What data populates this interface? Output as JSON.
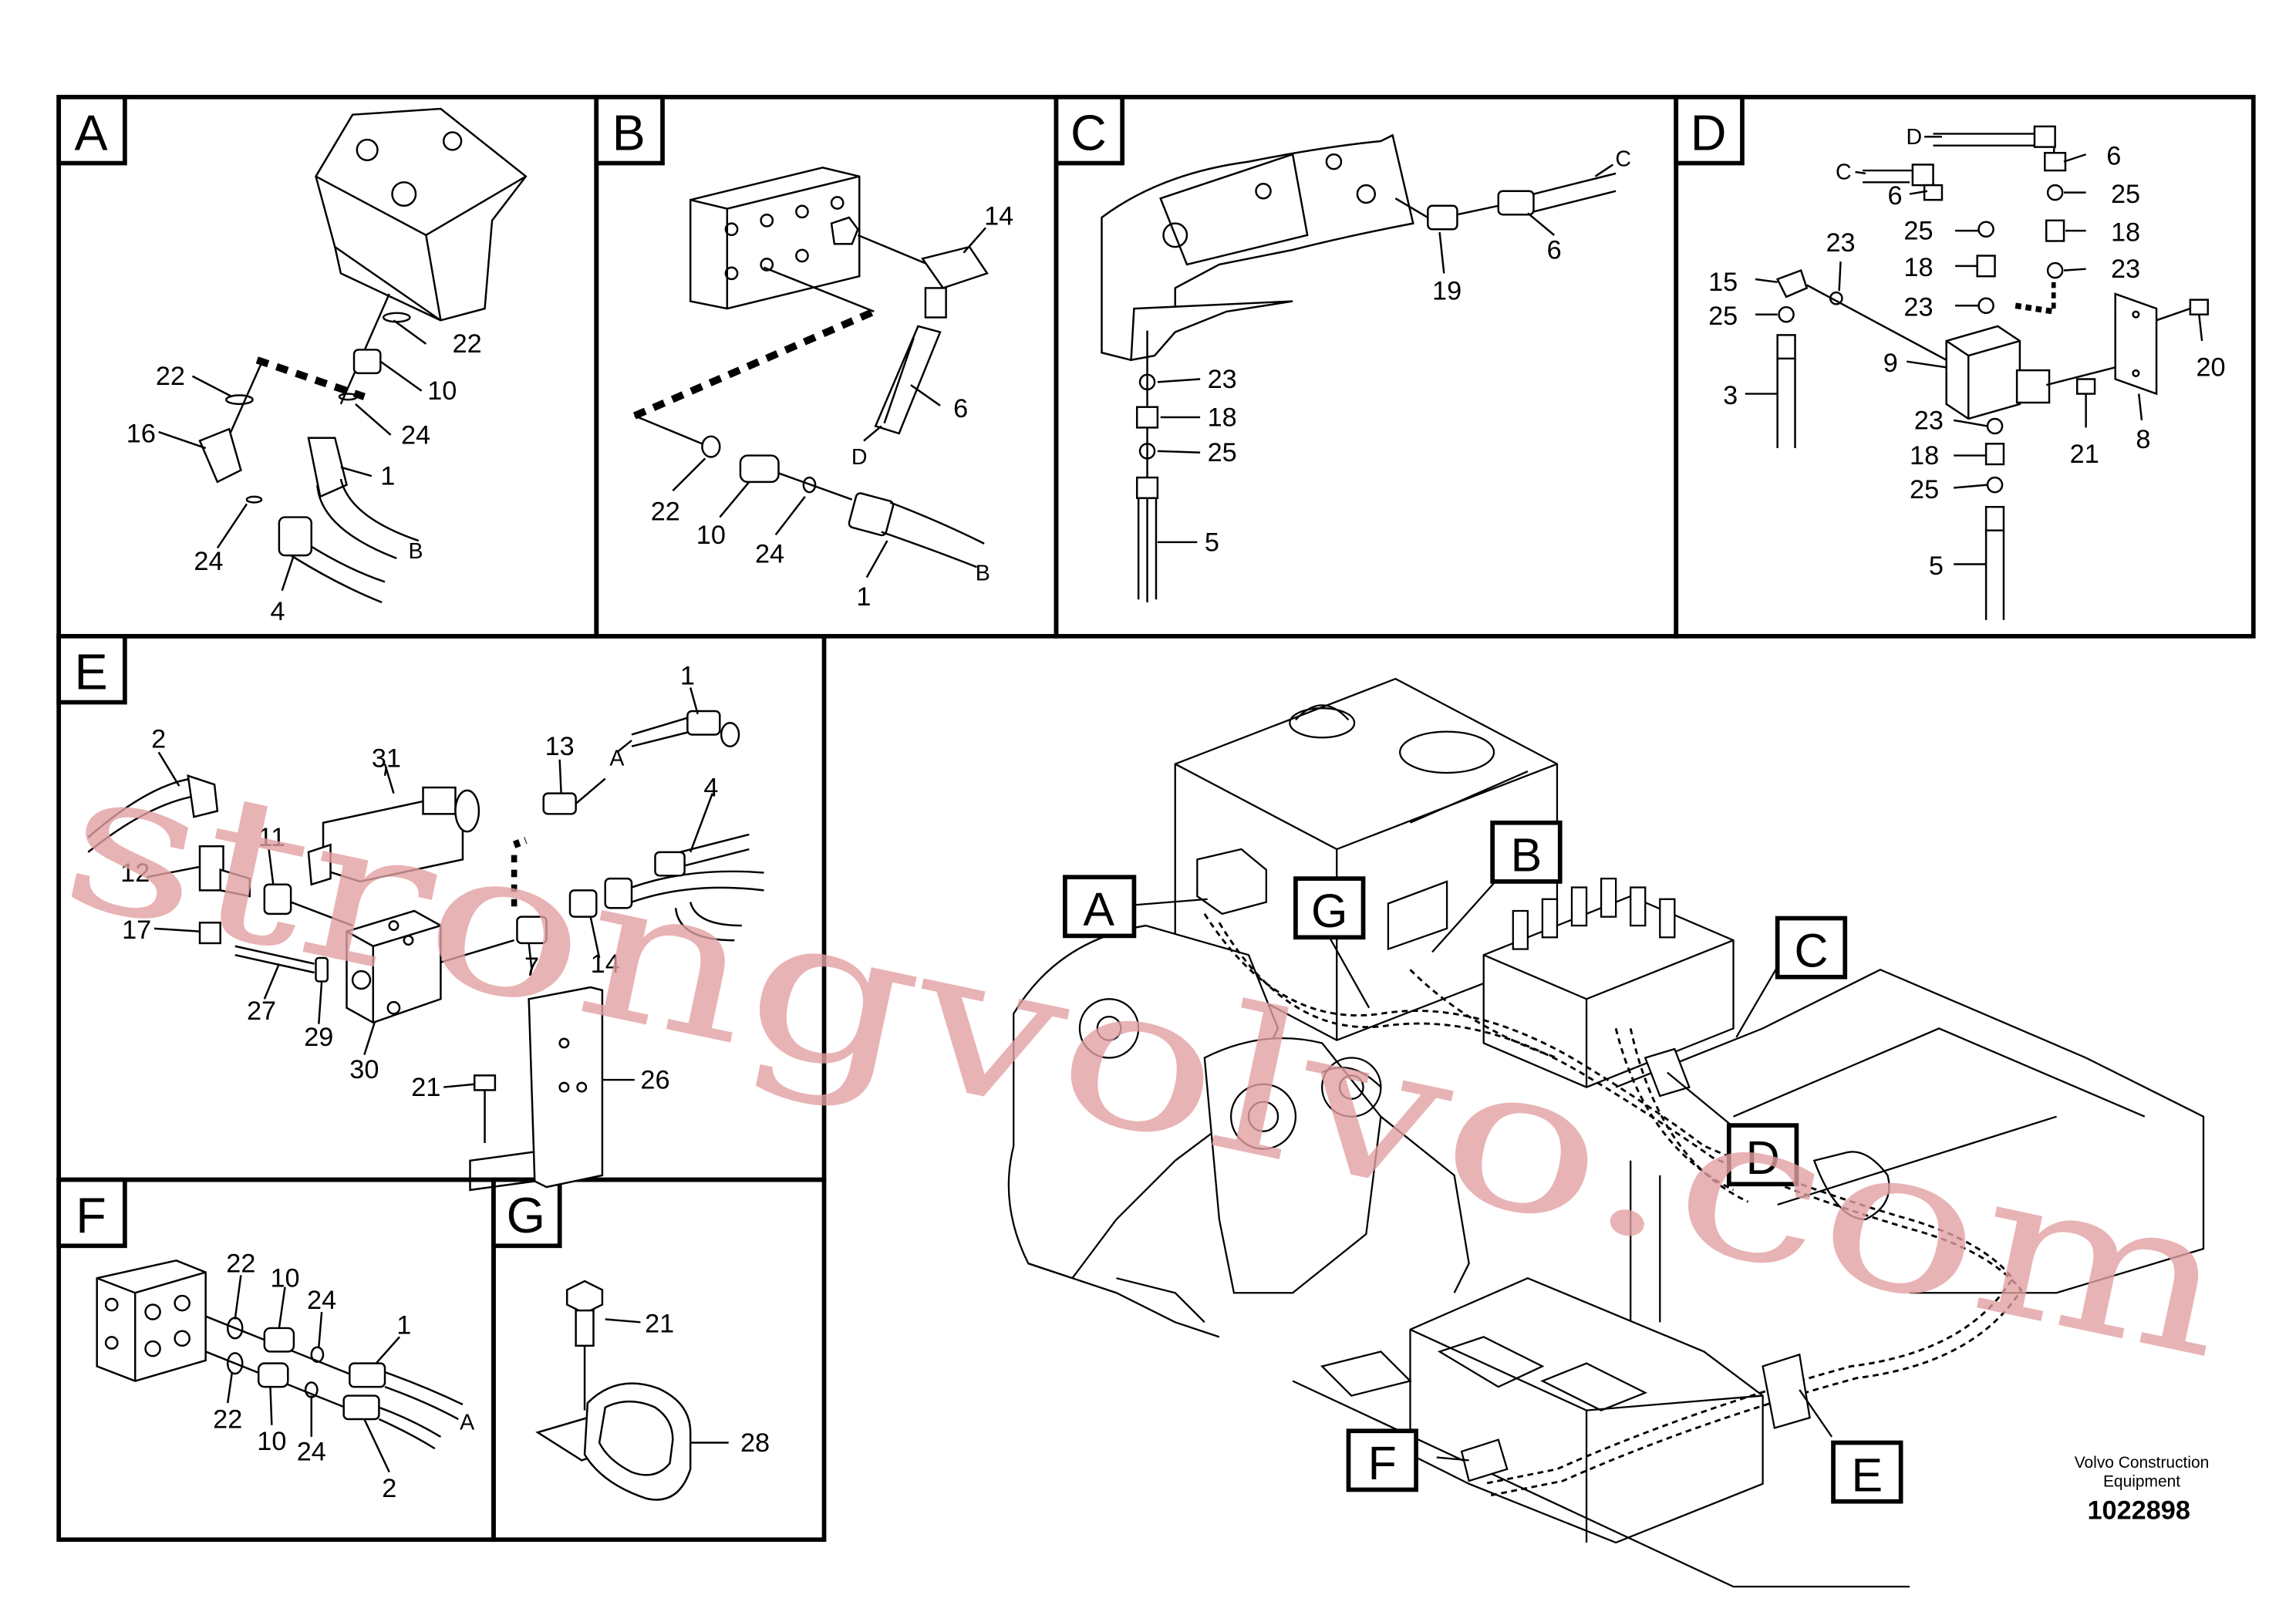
{
  "panels": {
    "A": {
      "letter": "A",
      "callouts": {
        "c22a": "22",
        "c22b": "22",
        "c10": "10",
        "c16": "16",
        "c24a": "24",
        "c24b": "24",
        "c1": "1",
        "c4": "4",
        "cB": "B"
      }
    },
    "B": {
      "letter": "B",
      "callouts": {
        "c14": "14",
        "c6": "6",
        "cD": "D",
        "c22": "22",
        "c10": "10",
        "c24": "24",
        "c1": "1",
        "cB": "B"
      }
    },
    "C": {
      "letter": "C",
      "callouts": {
        "cC": "C",
        "c6": "6",
        "c19": "19",
        "c23": "23",
        "c18": "18",
        "c25": "25",
        "c5": "5"
      }
    },
    "D": {
      "letter": "D",
      "callouts": {
        "cD": "D",
        "cC": "C",
        "c6a": "6",
        "c6b": "6",
        "c25a": "25",
        "c25b": "25",
        "c25c": "25",
        "c25d": "25",
        "c18a": "18",
        "c18b": "18",
        "c18c": "18",
        "c23a": "23",
        "c23b": "23",
        "c23c": "23",
        "c23d": "23",
        "c15": "15",
        "c9": "9",
        "c3": "3",
        "c20": "20",
        "c21": "21",
        "c8": "8",
        "c5": "5"
      }
    },
    "E": {
      "letter": "E",
      "callouts": {
        "c1": "1",
        "cA": "A",
        "c2": "2",
        "c31": "31",
        "c13": "13",
        "c4": "4",
        "c11": "11",
        "c12": "12",
        "c17": "17",
        "c7": "7",
        "c14": "14",
        "c27": "27",
        "c29": "29",
        "c30": "30",
        "c21": "21",
        "c26": "26"
      }
    },
    "F": {
      "letter": "F",
      "callouts": {
        "c22a": "22",
        "c22b": "22",
        "c10a": "10",
        "c10b": "10",
        "c24a": "24",
        "c24b": "24",
        "c1": "1",
        "c2": "2",
        "cA": "A"
      }
    },
    "G": {
      "letter": "G",
      "callouts": {
        "c21": "21",
        "c28": "28"
      }
    }
  },
  "overview": {
    "labels": {
      "A": "A",
      "G": "G",
      "B": "B",
      "C": "C",
      "D": "D",
      "F": "F",
      "E": "E"
    }
  },
  "footer": {
    "brand_line1": "Volvo Construction",
    "brand_line2": "Equipment",
    "drawing_number": "1022898"
  },
  "watermark": "strongvolvo.com",
  "colors": {
    "line": "#000000",
    "background": "#ffffff",
    "watermark": "#e2a0a3"
  }
}
